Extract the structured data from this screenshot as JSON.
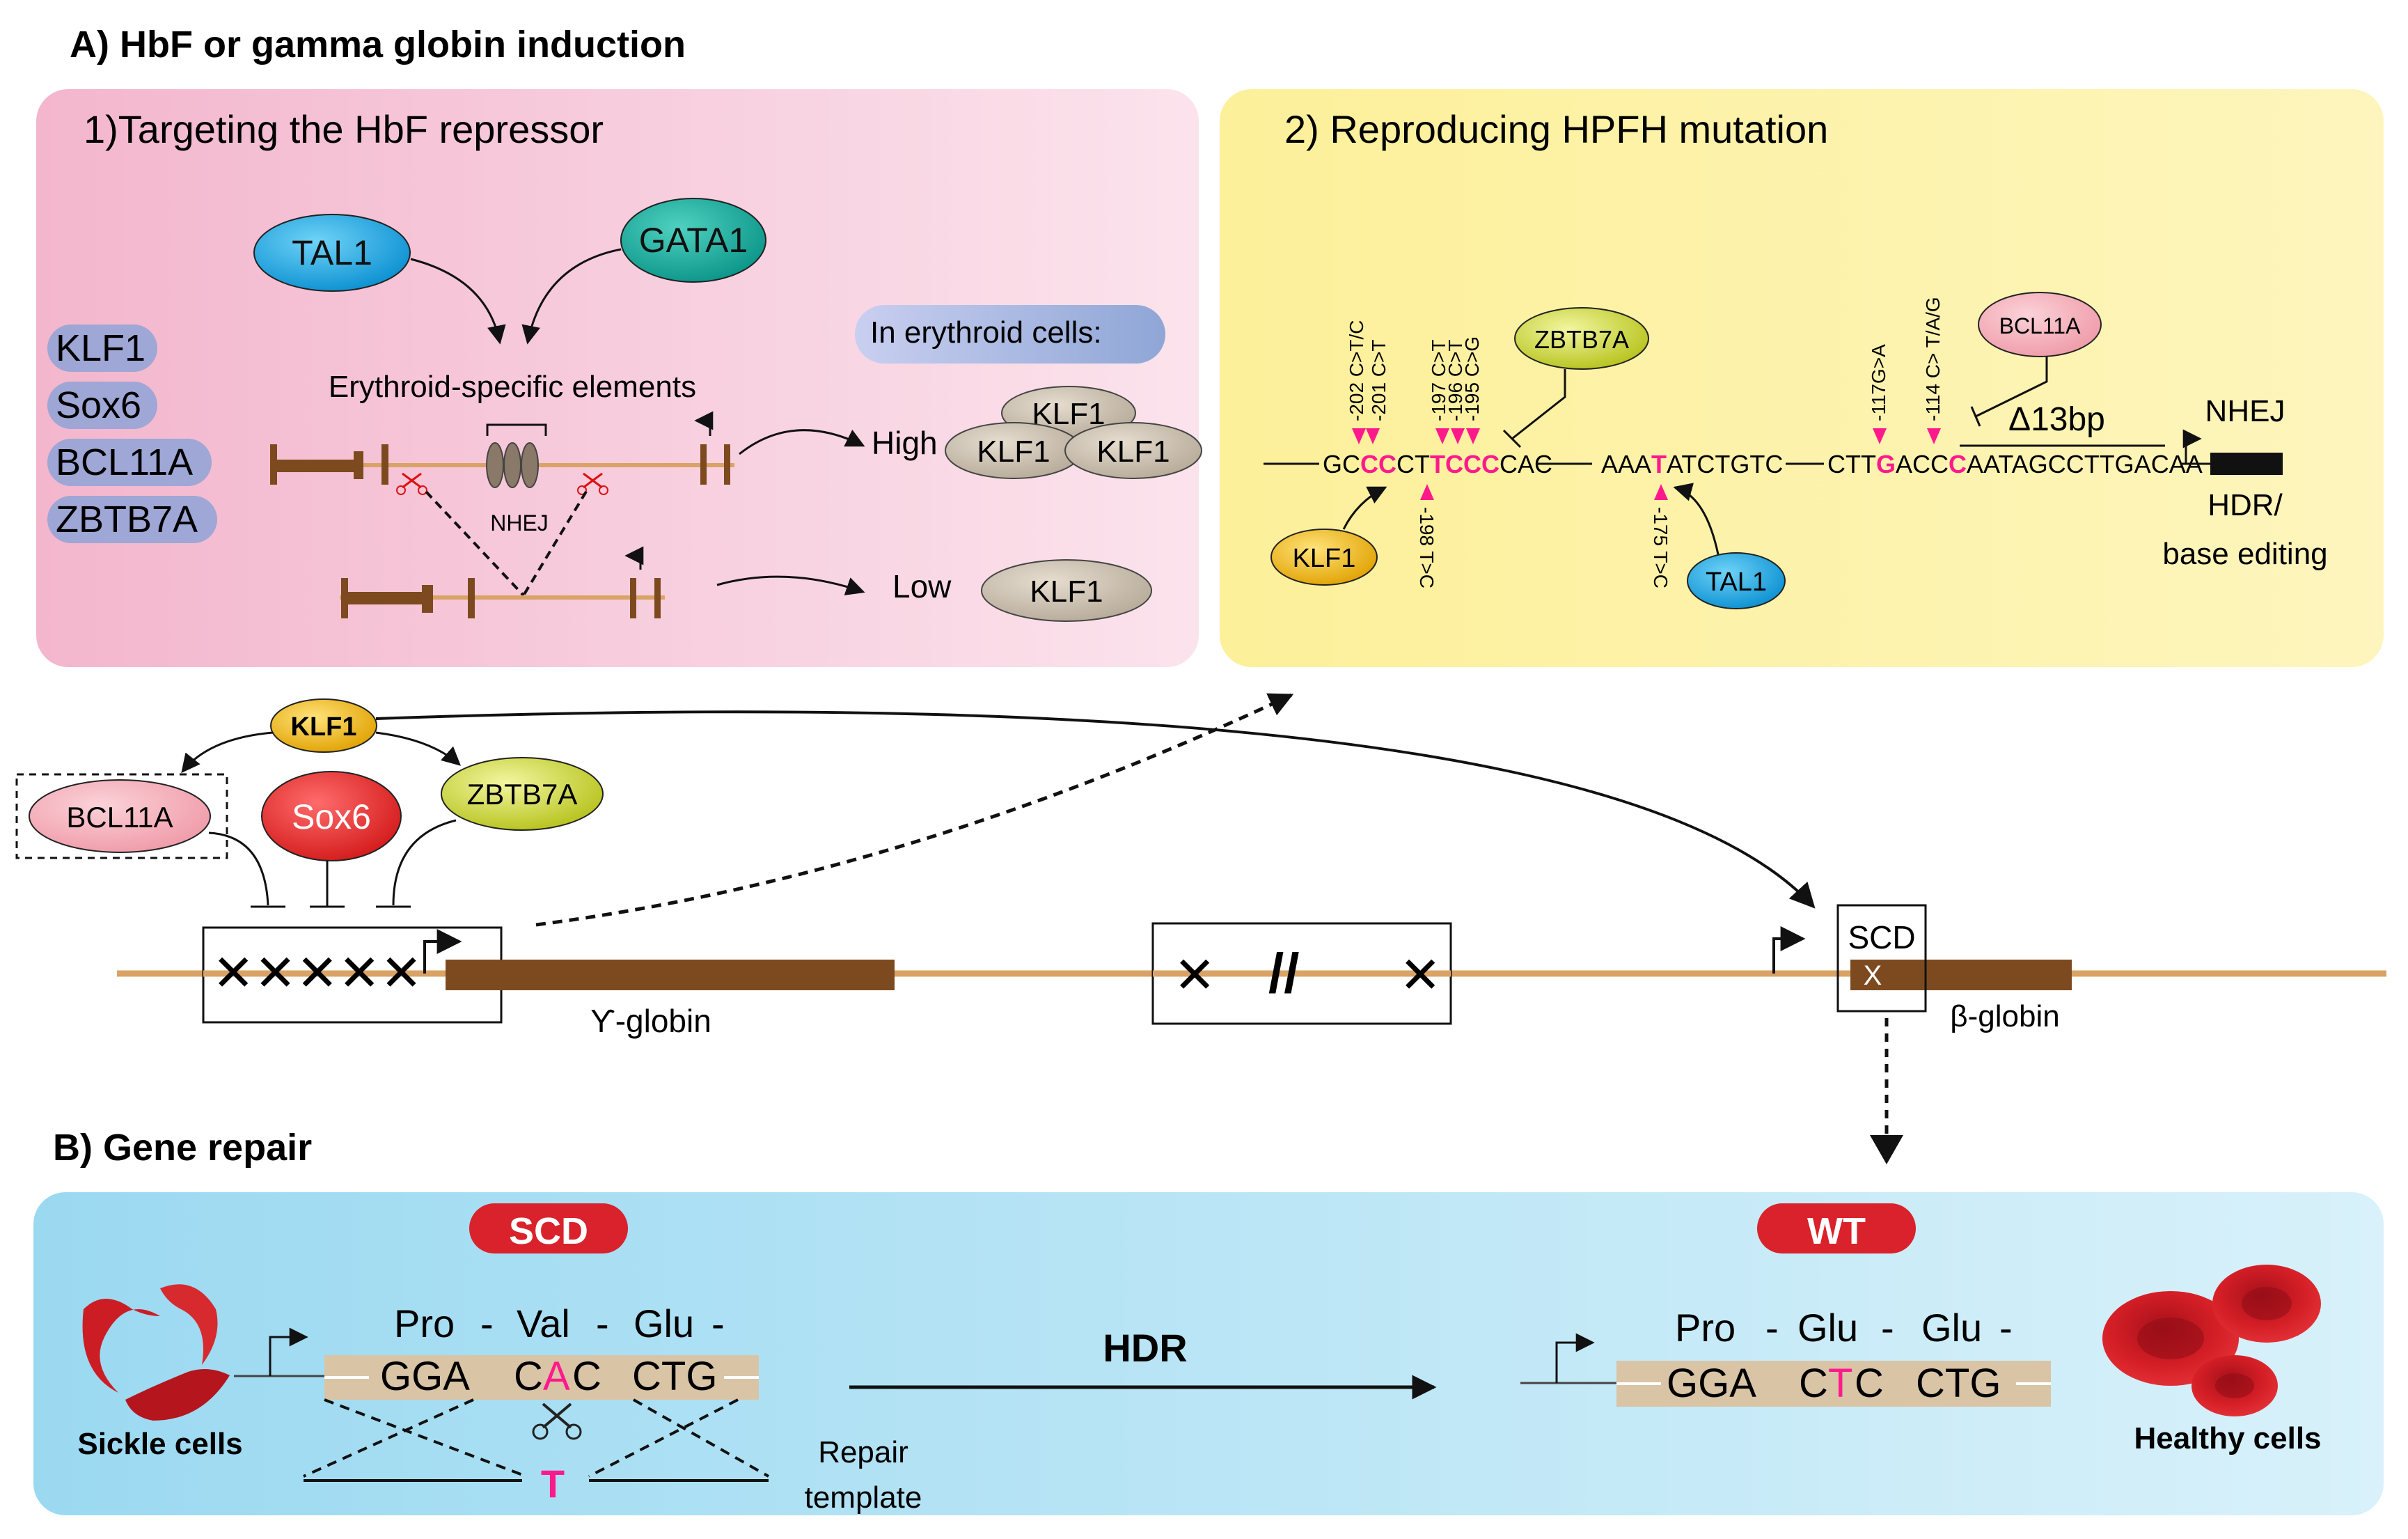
{
  "section_a": {
    "title": "A) HbF or gamma globin induction"
  },
  "panel1": {
    "title": "1)Targeting the HbF repressor",
    "tal1": "TAL1",
    "gata1": "GATA1",
    "repressors": [
      "KLF1",
      "Sox6",
      "BCL11A",
      "ZBTB7A"
    ],
    "elements_label": "Erythroid-specific elements",
    "nhej": "NHEJ",
    "erythroid_cells": "In erythroid cells:",
    "high": "High",
    "low": "Low",
    "klf1": "KLF1"
  },
  "panel2": {
    "title": "2) Reproducing HPFH mutation",
    "seq1_parts": [
      {
        "t": "GC",
        "hl": false
      },
      {
        "t": "CC",
        "hl": true
      },
      {
        "t": "CT",
        "hl": false
      },
      {
        "t": "TCCC",
        "hl": true
      },
      {
        "t": "CAC",
        "hl": false
      }
    ],
    "seq2_parts": [
      {
        "t": "AAA",
        "hl": false
      },
      {
        "t": "T",
        "hl": true
      },
      {
        "t": "ATCTGTC",
        "hl": false
      }
    ],
    "seq3_parts": [
      {
        "t": "CTT",
        "hl": false
      },
      {
        "t": "G",
        "hl": true
      },
      {
        "t": "ACC",
        "hl": false
      },
      {
        "t": "C",
        "hl": true
      },
      {
        "t": "AATAGCCTTGACAA",
        "hl": false
      }
    ],
    "mut_202": "-202 C>T/C",
    "mut_201": "-201 C>T",
    "mut_197": "-197 C>T",
    "mut_196": "-196 C>T",
    "mut_195": "-195 C>G",
    "mut_198": "-198 T>C",
    "mut_175": "-175 T>C",
    "mut_117": "-117G>A",
    "mut_114": "-114 C> T/A/G",
    "zbtb7a": "ZBTB7A",
    "bcl11a": "BCL11A",
    "klf1": "KLF1",
    "tal1": "TAL1",
    "delta": "Δ13bp",
    "nhej": "NHEJ",
    "hdr_line1": "HDR/",
    "hdr_line2": "base editing"
  },
  "middle": {
    "klf1": "KLF1",
    "bcl11a": "BCL11A",
    "sox6": "Sox6",
    "zbtb7a": "ZBTB7A",
    "gamma_globin": "Ƴ-globin",
    "beta_globin": "β-globin",
    "scd": "SCD",
    "x_mark": "X"
  },
  "section_b": {
    "title": "B) Gene repair",
    "scd_badge": "SCD",
    "wt_badge": "WT",
    "codons_top": [
      "Pro",
      "-",
      "Val",
      "-",
      "Glu",
      "-"
    ],
    "codons_top_wt": [
      "Pro",
      "-",
      "Glu",
      "-",
      "Glu",
      "-"
    ],
    "seq_scd": [
      "GGA",
      "C",
      "A",
      "C",
      "CTG"
    ],
    "seq_wt": [
      "GGA",
      "C",
      "T",
      "C",
      "CTG"
    ],
    "repair_base": "T",
    "sickle_cells": "Sickle cells",
    "healthy_cells": "Healthy cells",
    "hdr": "HDR",
    "repair_line1": "Repair",
    "repair_line2": "template"
  },
  "colors": {
    "panel1_bg": "#f6c6d8",
    "panel2_bg": "#fdf2a6",
    "panelB_bg": "#b3e3f3",
    "dna_line": "#d9a366",
    "exon": "#7d4a1f",
    "highlight": "#ff1a8c",
    "badge_red": "#d9222b"
  }
}
